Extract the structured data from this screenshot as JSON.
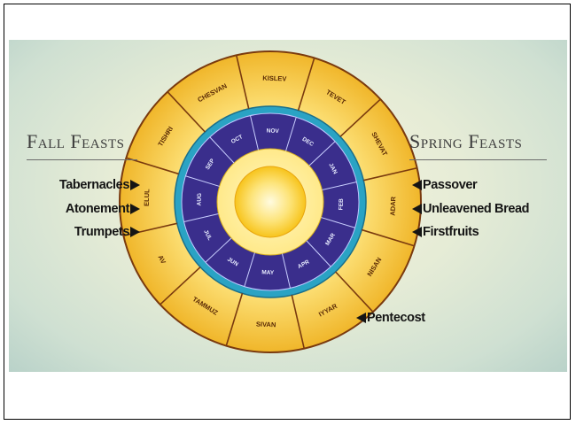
{
  "left_title": "Fall Feasts",
  "right_title": "Spring Feasts",
  "fall_feasts": [
    "Tabernacles",
    "Atonement",
    "Trumpets"
  ],
  "spring_feasts": [
    "Passover",
    "Unleavened Bread",
    "Firstfruits"
  ],
  "other_feast": "Pentecost",
  "hebrew_months": [
    "TEVET",
    "SHEVAT",
    "ADAR",
    "NISAN",
    "IYYAR",
    "SIVAN",
    "TAMMUZ",
    "AV",
    "ELUL",
    "TISHRI",
    "CHESVAN",
    "KISLEV"
  ],
  "civil_months": [
    "DEC",
    "JAN",
    "FEB",
    "MAR",
    "APR",
    "MAY",
    "JUN",
    "JUL",
    "AUG",
    "SEP",
    "OCT",
    "NOV"
  ],
  "colors": {
    "outer_ring": "#f0b62a",
    "ring_border": "#7a3a0e",
    "inner_ring": "#3a2e8c",
    "teal_band": "#2aa3c4",
    "sun": "#f7c41c"
  }
}
